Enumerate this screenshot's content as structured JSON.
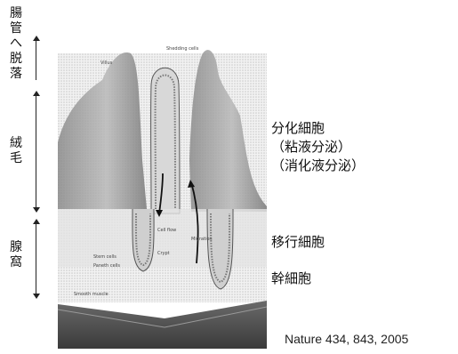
{
  "left_labels": {
    "shedding": [
      "腸",
      "管",
      "へ",
      "脱",
      "落"
    ],
    "villus": [
      "絨",
      "毛"
    ],
    "crypt": [
      "腺",
      "窩"
    ]
  },
  "right_labels": {
    "differentiated_title": "分化細胞",
    "differentiated_mucus": "（粘液分泌）",
    "differentiated_digestive": "（消化液分泌）",
    "transit": "移行細胞",
    "stem": "幹細胞"
  },
  "figure_labels": {
    "villus": "Villus",
    "shedding_cells": "Shedding cells",
    "cell_flow": "Cell flow",
    "migration": "Migration",
    "stem_cells": "Stem cells",
    "paneth_cells": "Paneth cells",
    "smooth_muscle": "Smooth muscle",
    "crypt": "Crypt"
  },
  "citation": "Nature 434, 843, 2005"
}
